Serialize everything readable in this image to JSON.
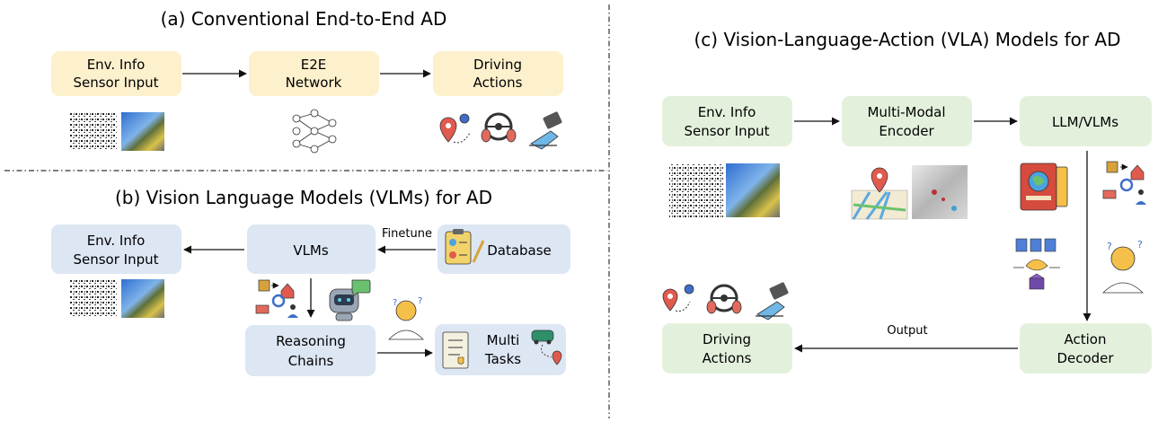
{
  "colors": {
    "yellow_box": "#fdf0cd",
    "green_box": "#e3f1dc",
    "blue_box": "#dde6f3",
    "divider": "#333333",
    "arrow": "#111111"
  },
  "panel_a": {
    "title": "(a) Conventional End-to-End AD",
    "boxes": {
      "env_line1": "Env. Info",
      "env_line2": "Sensor Input",
      "e2e_line1": "E2E",
      "e2e_line2": "Network",
      "drive_line1": "Driving",
      "drive_line2": "Actions"
    },
    "icons": [
      "lidar-scan-image",
      "road-camera-image",
      "neural-network-icon",
      "map-pin-route-icon",
      "steering-wheel-icon",
      "pedal-icon"
    ]
  },
  "panel_b": {
    "title": "(b) Vision Language Models (VLMs) for AD",
    "boxes": {
      "env_line1": "Env. Info",
      "env_line2": "Sensor Input",
      "vlms": "VLMs",
      "database": "Database",
      "reason_line1": "Reasoning",
      "reason_line2": "Chains",
      "multi_line1": "Multi",
      "multi_line2": "Tasks"
    },
    "finetune_label": "Finetune",
    "icons": [
      "lidar-scan-image",
      "road-camera-image",
      "database-clipboard-icon",
      "logistics-workflow-icon",
      "robot-chat-icon",
      "thinking-person-icon",
      "task-list-icon",
      "car-route-icon"
    ]
  },
  "panel_c": {
    "title": "(c) Vision-Language-Action (VLA) Models for AD",
    "boxes": {
      "env_line1": "Env. Info",
      "env_line2": "Sensor Input",
      "enc_line1": "Multi-Modal",
      "enc_line2": "Encoder",
      "llm": "LLM/VLMs",
      "drive_line1": "Driving",
      "drive_line2": "Actions",
      "dec_line1": "Action",
      "dec_line2": "Decoder"
    },
    "output_label": "Output",
    "icons": [
      "lidar-scan-image",
      "road-camera-image",
      "map-navigation-icon",
      "semantic-scene-image",
      "knowledge-book-icon",
      "logistics-workflow-icon",
      "ai-chip-icon",
      "thinking-person-icon",
      "map-pin-route-icon",
      "steering-wheel-icon",
      "pedal-icon"
    ]
  }
}
